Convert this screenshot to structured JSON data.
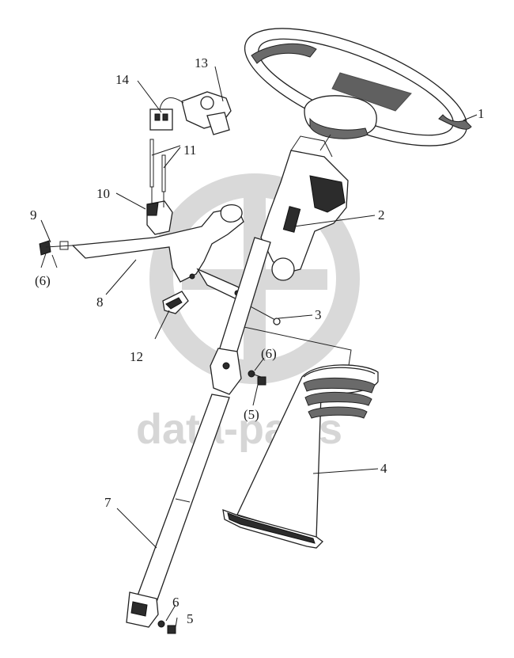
{
  "watermark": {
    "text": "data-parts",
    "color": "#d6d6d6"
  },
  "callouts": [
    {
      "id": "1",
      "label": "1"
    },
    {
      "id": "2",
      "label": "2"
    },
    {
      "id": "3",
      "label": "3"
    },
    {
      "id": "4",
      "label": "4"
    },
    {
      "id": "5a",
      "label": "(5)"
    },
    {
      "id": "5b",
      "label": "5"
    },
    {
      "id": "6a",
      "label": "(6)"
    },
    {
      "id": "6b",
      "label": "(6)"
    },
    {
      "id": "6c",
      "label": "6"
    },
    {
      "id": "7",
      "label": "7"
    },
    {
      "id": "8",
      "label": "8"
    },
    {
      "id": "9",
      "label": "9"
    },
    {
      "id": "10",
      "label": "10"
    },
    {
      "id": "11",
      "label": "11"
    },
    {
      "id": "12",
      "label": "12"
    },
    {
      "id": "13",
      "label": "13"
    },
    {
      "id": "14",
      "label": "14"
    }
  ],
  "parts": [
    {
      "callout": "1",
      "icon": "steering-wheel-icon"
    },
    {
      "callout": "2",
      "icon": "column-housing-icon"
    },
    {
      "callout": "3",
      "icon": "bolt-icon"
    },
    {
      "callout": "4",
      "icon": "rubber-boot-icon"
    },
    {
      "callout": "5",
      "icon": "nut-icon"
    },
    {
      "callout": "6",
      "icon": "washer-icon"
    },
    {
      "callout": "7",
      "icon": "steering-shaft-icon"
    },
    {
      "callout": "8",
      "icon": "mounting-bracket-icon"
    },
    {
      "callout": "9",
      "icon": "bolt-icon"
    },
    {
      "callout": "10",
      "icon": "support-icon"
    },
    {
      "callout": "11",
      "icon": "pin-icon"
    },
    {
      "callout": "12",
      "icon": "clip-icon"
    },
    {
      "callout": "13",
      "icon": "ignition-switch-icon"
    },
    {
      "callout": "14",
      "icon": "connector-icon"
    }
  ]
}
